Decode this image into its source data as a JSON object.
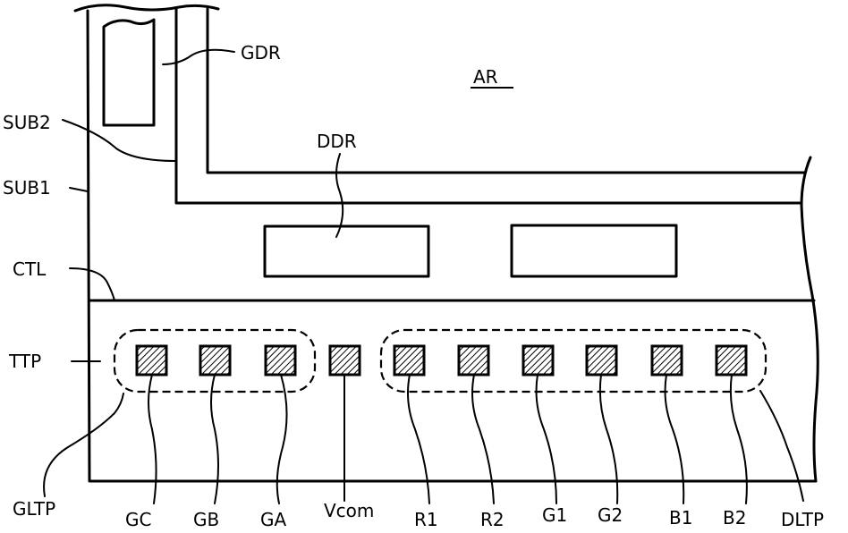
{
  "labels": {
    "gdr": "GDR",
    "ar": "AR",
    "sub2": "SUB2",
    "ddr": "DDR",
    "sub1": "SUB1",
    "ctl": "CTL",
    "ttp": "TTP",
    "gltp": "GLTP",
    "gc": "GC",
    "gb": "GB",
    "ga": "GA",
    "vcom": "Vcom",
    "r1": "R1",
    "r2": "R2",
    "g1": "G1",
    "g2": "G2",
    "b1": "B1",
    "b2": "B2",
    "dltp": "DLTP"
  },
  "colors": {
    "line": "#000000",
    "background": "#ffffff"
  }
}
